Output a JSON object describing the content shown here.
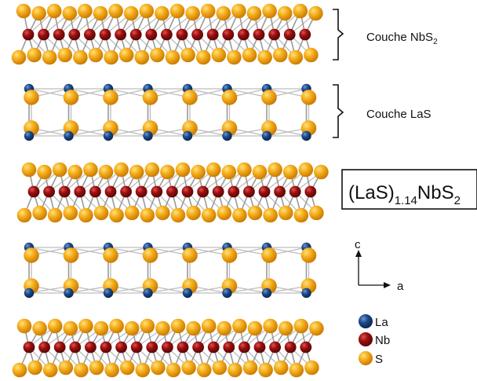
{
  "labels": {
    "layer_nbs2": {
      "text": "Couche NbS",
      "sub": "2"
    },
    "layer_las": {
      "text": "Couche LaS"
    },
    "formula": {
      "part1": "(LaS)",
      "sub1": "1.14",
      "part2": "NbS",
      "sub2": "2"
    }
  },
  "axes": {
    "vertical": "c",
    "horizontal": "a"
  },
  "legend": [
    {
      "element": "La",
      "color": "#163f78",
      "highlight": "#5a7fb8"
    },
    {
      "element": "Nb",
      "color": "#8c0b0b",
      "highlight": "#d04040"
    },
    {
      "element": "S",
      "color": "#f2a212",
      "highlight": "#ffd24a"
    }
  ],
  "colors": {
    "bond": "#9a9a9a",
    "sulfur": "#f2a212",
    "niobium": "#8c0b0b",
    "lanthanum": "#163f78"
  }
}
